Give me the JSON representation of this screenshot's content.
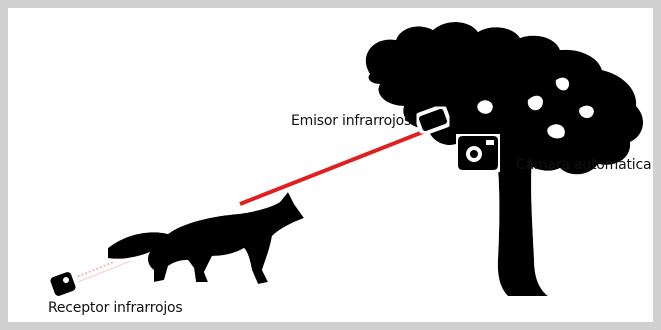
{
  "labels": {
    "emitter": "Emisor infrarrojos",
    "camera": "Cámara automática",
    "receiver": "Receptor infrarrojos"
  },
  "colors": {
    "beam": "#e02020",
    "silhouette": "#000000",
    "frame": "#d0d0d0"
  },
  "icons": [
    "tree",
    "fox",
    "infrared-emitter",
    "automatic-camera",
    "infrared-receiver"
  ]
}
